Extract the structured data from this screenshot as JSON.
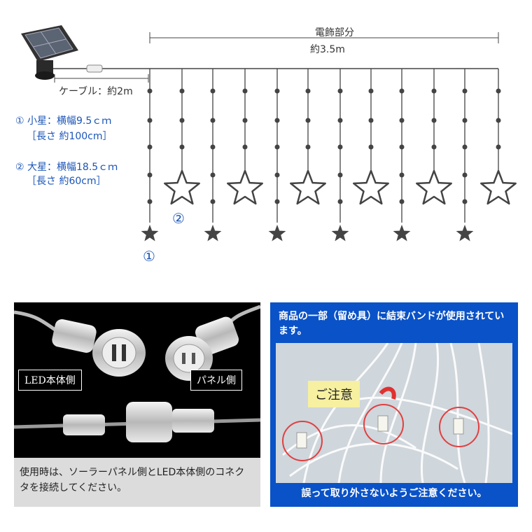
{
  "diagram": {
    "decor_length": "電飾部分",
    "decor_length_value": "約3.5m",
    "cable_label": "ケーブル：約2m",
    "small_star_line1": "① 小星：横幅9.5ｃｍ",
    "small_star_line2": "［長さ 約100cm］",
    "big_star_line1": "② 大星：横幅18.5ｃｍ",
    "big_star_line2": "［長さ 約60cm］",
    "marker_small": "①",
    "marker_big": "②"
  },
  "connector_panel": {
    "led_side_tag": "LED本体側",
    "panel_side_tag": "パネル側",
    "note": "使用時は、ソーラーパネル側とLED本体側のコネクタを接続してください。"
  },
  "band_panel": {
    "header": "商品の一部（留め具）に結束バンドが使用されています。",
    "caution": "ご注意",
    "footer": "誤って取り外さないようご注意ください。"
  },
  "colors": {
    "wire": "#444444",
    "label_blue": "#1a55b8",
    "panel_blue": "#0a52c7",
    "caution_yellow": "#f6f0a0"
  }
}
